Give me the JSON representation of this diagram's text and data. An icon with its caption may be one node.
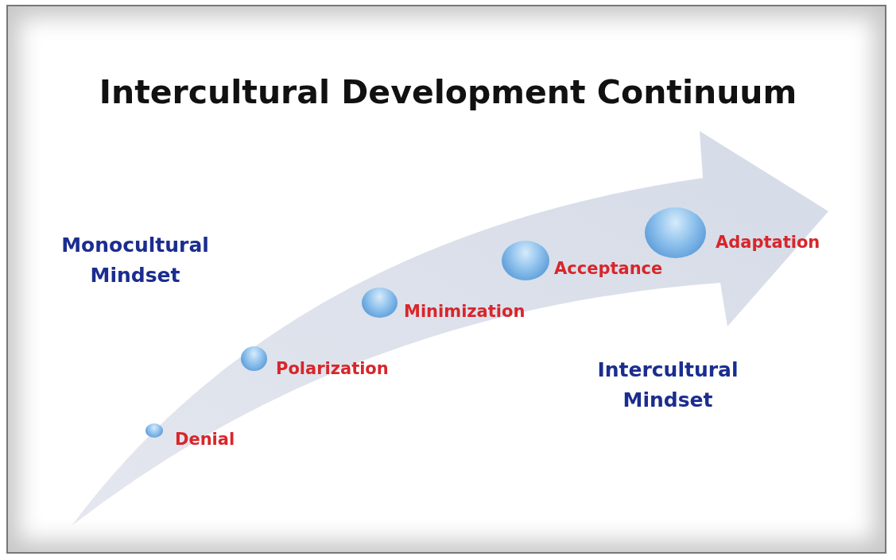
{
  "diagram": {
    "title": "Intercultural Development Continuum",
    "nodes": [
      {
        "text": [],
        "shape": "circle",
        "beside": [
          "Denial"
        ]
      },
      {
        "text": [],
        "shape": "circle",
        "beside": [
          "Polarization"
        ]
      },
      {
        "text": [],
        "shape": "circle",
        "beside": [
          "Minimization"
        ]
      },
      {
        "text": [],
        "shape": "circle",
        "beside": [
          "Acceptance"
        ]
      },
      {
        "text": [],
        "shape": "circle",
        "beside": [
          "Adaptation"
        ]
      }
    ],
    "edges": [],
    "labels": [
      "Monocultural Mindset",
      "Intercultural Mindset"
    ]
  }
}
